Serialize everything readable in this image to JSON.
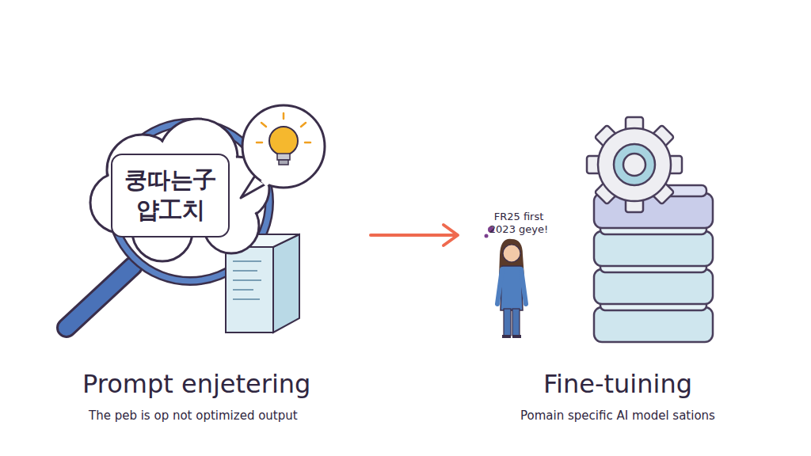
{
  "diagram": {
    "nodes": [
      {
        "text": [
          "쿵따는子 얍工치"
        ]
      }
    ],
    "labels": [
      "FR25 first 2023 geye!",
      "Prompt enjetering",
      "The peb is op not optimized output",
      "Fine-tuining",
      "Pomain specific AI model sations"
    ]
  }
}
